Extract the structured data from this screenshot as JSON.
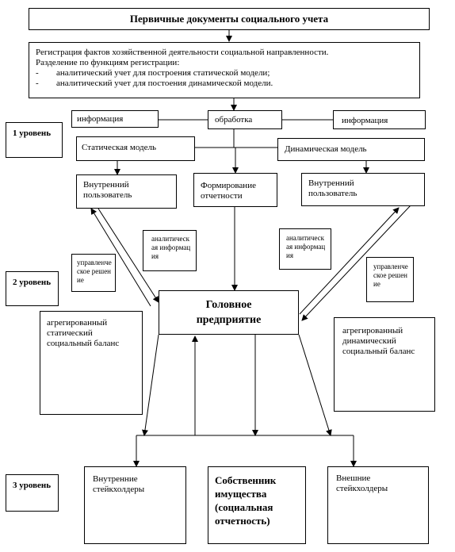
{
  "title": "Первичные документы социального учета",
  "registration": {
    "line1": "Регистрация фактов хозяйственной деятельности социальной направленности.",
    "line2": "Разделение по функциям регистрации:",
    "item1": "аналитический учет для построения статической модели;",
    "item2": "аналитический учет для постоения динамической модели.",
    "bullet": "-"
  },
  "level1": "1 уровень",
  "level2": "2 уровень",
  "level3": "3 уровень",
  "info_left": "информация",
  "processing": "обработка",
  "info_right": "информация",
  "static_model": "Статическая модель",
  "dynamic_model": "Динамическая модель",
  "internal_user_left": "Внутренний пользователь",
  "reporting": "Формирование отчетности",
  "internal_user_right": "Внутренний пользователь",
  "analytic_info_left": "аналитическая информация",
  "analytic_info_right": "аналитическая информация",
  "mgmt_decision_left": "управленческое решение",
  "mgmt_decision_right": "управленческое решение",
  "head_enterprise": "Головное предприятие",
  "agg_static": "агрегированный статический социальный баланс",
  "agg_dynamic": "агрегированный динамический социальный баланс",
  "internal_stakeholders": "Внутренние стейкхолдеры",
  "owner": "Собственник имущества (социальная отчетность)",
  "external_stakeholders": "Внешние стейкхолдеры"
}
